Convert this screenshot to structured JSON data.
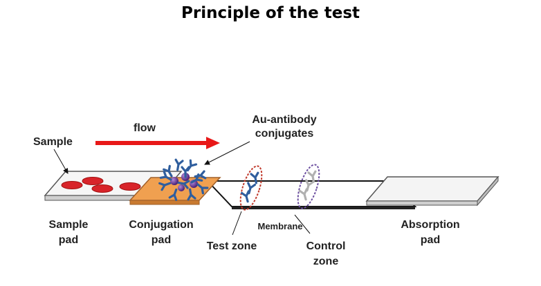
{
  "title": "Principle of the test",
  "labels": {
    "flow": "flow",
    "sample": "Sample",
    "au_antibody_line1": "Au-antibody",
    "au_antibody_line2": "conjugates",
    "sample_pad_line1": "Sample",
    "sample_pad_line2": "pad",
    "conjugation_pad_line1": "Conjugation",
    "conjugation_pad_line2": "pad",
    "membrane": "Membrane",
    "test_zone": "Test zone",
    "control_zone_line1": "Control",
    "control_zone_line2": "zone",
    "absorption_pad_line1": "Absorption",
    "absorption_pad_line2": "pad"
  },
  "colors": {
    "flow_arrow": "#e81818",
    "red_cells": "#d8242a",
    "conjugation_pad": "#f0a050",
    "antibody": "#2f5e9e",
    "gold_particle": "#6a3a9a",
    "test_zone_ellipse": "#c0392b",
    "control_zone_ellipse": "#6c4fa0",
    "control_antibody": "#b0b0b0"
  },
  "icons": {
    "antibody": "y-shaped-antibody-icon",
    "gold_particle": "purple-sphere-icon",
    "red_cell": "red-ellipse-icon"
  }
}
